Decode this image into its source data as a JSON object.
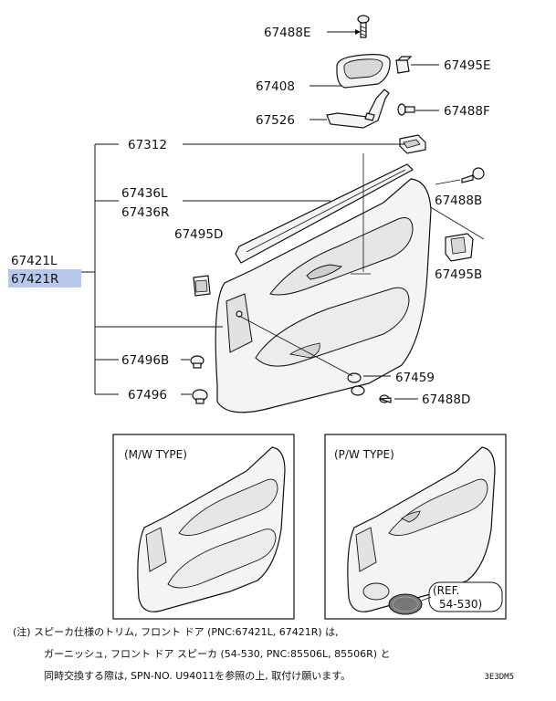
{
  "parts": {
    "p67488E": "67488E",
    "p67495E": "67495E",
    "p67408": "67408",
    "p67526": "67526",
    "p67488F": "67488F",
    "p67312": "67312",
    "p67436L": "67436L",
    "p67436R": "67436R",
    "p67488B": "67488B",
    "p67495D": "67495D",
    "p67421L": "67421L",
    "p67421R": "67421R",
    "p67495B": "67495B",
    "p67496B": "67496B",
    "p67459": "67459",
    "p67496": "67496",
    "p67488D": "67488D"
  },
  "highlight_color": "#b8c8ec",
  "insets": {
    "mw_title": "(M/W TYPE)",
    "pw_title": "(P/W TYPE)",
    "ref_line1": "(REF.",
    "ref_line2": "54-530)"
  },
  "note": {
    "line1": "(注) スピーカ仕様のトリム, フロント ドア (PNC:67421L, 67421R) は,",
    "line2": "ガーニッシュ, フロント ドア スピーカ (54-530, PNC:85506L, 85506R) と",
    "line3": "同時交換する際は, SPN-NO. U94011を参照の上, 取付け願います。"
  },
  "diagram_code": "3E3DM5"
}
